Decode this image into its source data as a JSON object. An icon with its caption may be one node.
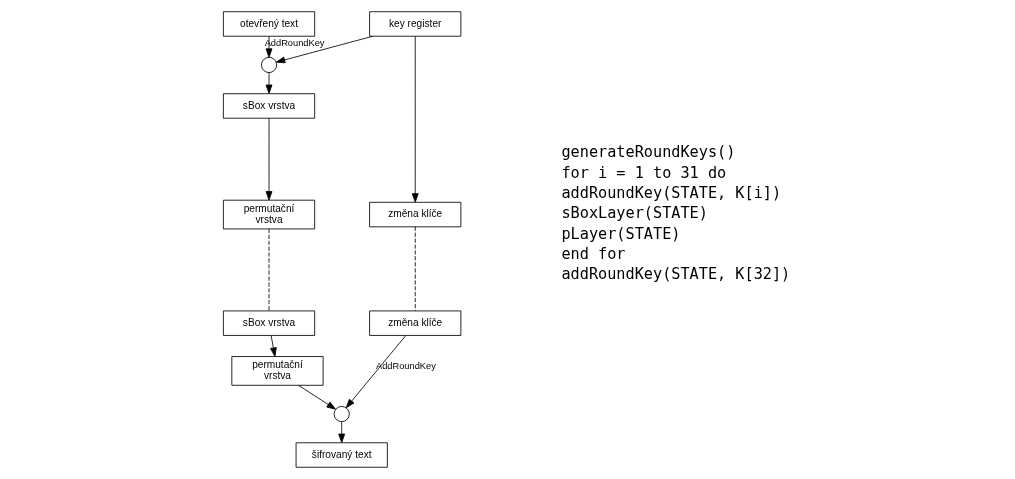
{
  "diagram": {
    "nodes": [
      {
        "text": [
          "otevřený text"
        ]
      },
      {
        "text": [
          "key register"
        ]
      },
      {
        "text": [],
        "shape": "circle"
      },
      {
        "text": [
          "sBox vrstva"
        ]
      },
      {
        "text": [
          "změna klíče"
        ]
      },
      {
        "text": [
          "permutační vrstva"
        ]
      },
      {
        "text": [
          "sBox vrstva"
        ]
      },
      {
        "text": [
          "změna klíče"
        ]
      },
      {
        "text": [
          "permutační vrstva"
        ]
      },
      {
        "text": [],
        "shape": "circle"
      },
      {
        "text": [
          "šifrovaný text"
        ]
      }
    ],
    "edges": [
      {
        "from": 0,
        "to": 2,
        "arrow": "to"
      },
      {
        "from": 1,
        "to": 2,
        "arrow": "to",
        "label": "AddRoundKey"
      },
      {
        "from": 1,
        "to": 4,
        "arrow": "to"
      },
      {
        "from": 2,
        "to": 3,
        "arrow": "to"
      },
      {
        "from": 3,
        "to": 5,
        "arrow": "to"
      },
      {
        "from": 5,
        "to": 6,
        "arrow": "none",
        "style": "dashed"
      },
      {
        "from": 4,
        "to": 7,
        "arrow": "none",
        "style": "dashed"
      },
      {
        "from": 6,
        "to": 8,
        "arrow": "to"
      },
      {
        "from": 8,
        "to": 9,
        "arrow": "to"
      },
      {
        "from": 7,
        "to": 9,
        "arrow": "to",
        "label": "AddRoundKey"
      },
      {
        "from": 9,
        "to": 10,
        "arrow": "to"
      }
    ],
    "labels": [
      "generateRoundKeys()",
      "for i = 1 to 31 do",
      "addRoundKey(STATE, K[i])",
      "sBoxLayer(STATE)",
      "pLayer(STATE)",
      "end for",
      "addRoundKey(STATE, K[32])"
    ]
  }
}
